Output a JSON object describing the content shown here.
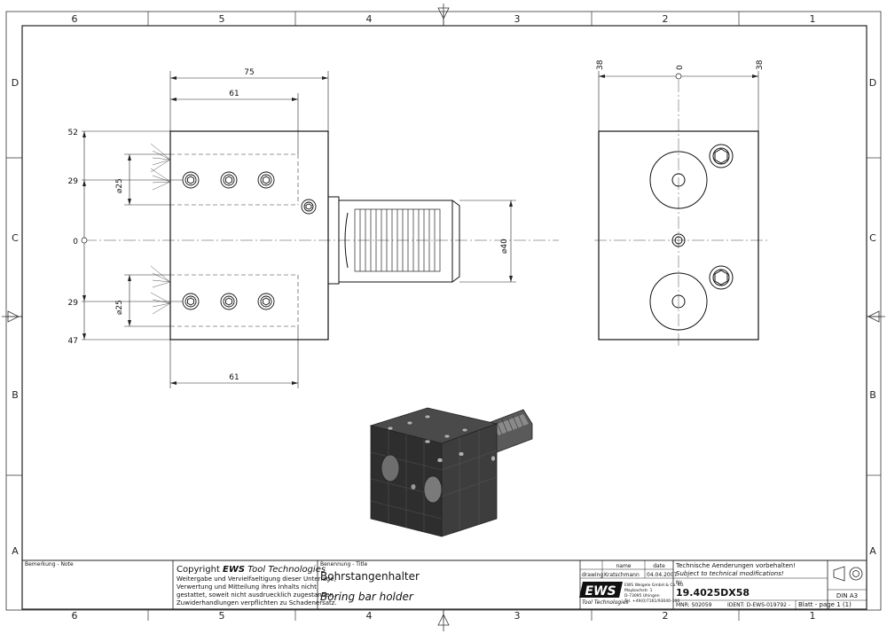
{
  "zones": {
    "columns": [
      "6",
      "5",
      "4",
      "3",
      "2",
      "1"
    ],
    "rows": [
      "D",
      "C",
      "B",
      "A"
    ]
  },
  "front_view": {
    "dims": {
      "overall_width": "75",
      "inner_width_top": "61",
      "inner_width_bottom": "61",
      "y_top": "52",
      "y_upper_holes": "29",
      "y_center": "0",
      "y_lower_holes": "29",
      "y_bottom": "47",
      "upper_pitch": "⌀25",
      "lower_pitch": "⌀25",
      "shank_dia": "⌀40"
    }
  },
  "side_view": {
    "dims": {
      "left": "38",
      "center": "0",
      "right": "38"
    }
  },
  "title_block": {
    "remark_label": "Bemerkung - Note",
    "copyright_prefix": "Copyright ",
    "copyright_brand": "EWS",
    "copyright_suffix": " Tool Technologies",
    "copyright_lines": [
      "Weitergabe und Vervielfaeltigung dieser Unterlage,",
      "Verwertung und Mitteilung ihres Inhalts nicht",
      "gestattet, soweit nicht ausdruecklich zugestanden.",
      "Zuwiderhandlungen verpflichten zu Schadenersatz."
    ],
    "title_label": "Benennung - Title",
    "title_de": "Bohrstangenhalter",
    "title_en": "Boring bar holder",
    "col_name": "name",
    "col_date": "date",
    "row_label": "drawing",
    "drawn_by": "Kratschmann",
    "drawn_date": "04.04.2007",
    "logo": "EWS",
    "logo_sub": "Tool Technologies",
    "company_lines": [
      "EWS Weigele GmbH & Co. KG",
      "Maybachstr. 1",
      "D-73095 Uhingen",
      "Tel. +49(0)7161/93040-100"
    ],
    "note_de": "Technische Aenderungen vorbehalten!",
    "note_en": "Subject to technical modifications!",
    "nr_label": "Nr.",
    "drawing_number": "19.4025DX58",
    "mnr": "MNR: S02059",
    "ident": "IDENT: D-EWS-019792 -",
    "sheet": "Blatt - page  1 (1)",
    "format": "DIN A3"
  }
}
